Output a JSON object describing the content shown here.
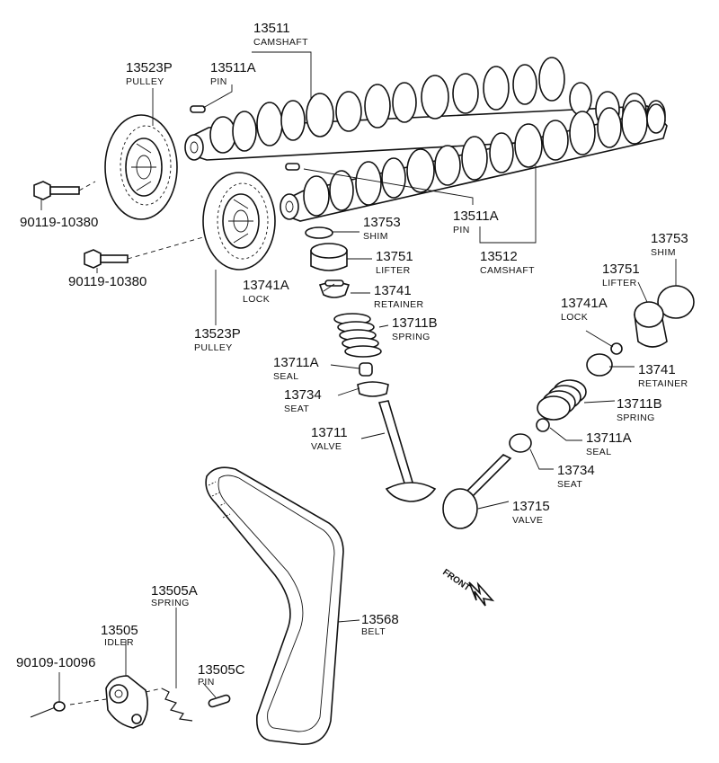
{
  "callouts": {
    "camshaft_a": {
      "number": "13511",
      "name": "CAMSHAFT"
    },
    "pulley_a": {
      "number": "13523P",
      "name": "PULLEY"
    },
    "pin_a": {
      "number": "13511A",
      "name": "PIN"
    },
    "bolt_a": {
      "number": "90119-10380"
    },
    "bolt_b": {
      "number": "90119-10380"
    },
    "pin_b": {
      "number": "13511A",
      "name": "PIN"
    },
    "camshaft_b": {
      "number": "13512",
      "name": "CAMSHAFT"
    },
    "shim_left": {
      "number": "13753",
      "name": "SHIM"
    },
    "lifter_left": {
      "number": "13751",
      "name": "LIFTER"
    },
    "lock_left": {
      "number": "13741A",
      "name": "LOCK"
    },
    "retainer_left": {
      "number": "13741",
      "name": "RETAINER"
    },
    "spring_left": {
      "number": "13711B",
      "name": "SPRING"
    },
    "seal_left": {
      "number": "13711A",
      "name": "SEAL"
    },
    "seat_left": {
      "number": "13734",
      "name": "SEAT"
    },
    "valve_left": {
      "number": "13711",
      "name": "VALVE"
    },
    "pulley_b": {
      "number": "13523P",
      "name": "PULLEY"
    },
    "shim_right": {
      "number": "13753",
      "name": "SHIM"
    },
    "lifter_right": {
      "number": "13751",
      "name": "LIFTER"
    },
    "lock_right": {
      "number": "13741A",
      "name": "LOCK"
    },
    "retainer_right": {
      "number": "13741",
      "name": "RETAINER"
    },
    "spring_right": {
      "number": "13711B",
      "name": "SPRING"
    },
    "seal_right": {
      "number": "13711A",
      "name": "SEAL"
    },
    "seat_right": {
      "number": "13734",
      "name": "SEAT"
    },
    "valve_right": {
      "number": "13715",
      "name": "VALVE"
    },
    "idler_spring": {
      "number": "13505A",
      "name": "SPRING"
    },
    "idler": {
      "number": "13505",
      "name": "IDLER"
    },
    "idler_bolt": {
      "number": "90109-10096"
    },
    "idler_pin": {
      "number": "13505C",
      "name": "PIN"
    },
    "belt": {
      "number": "13568",
      "name": "BELT"
    }
  },
  "front_arrow": {
    "label": "FRONT"
  }
}
